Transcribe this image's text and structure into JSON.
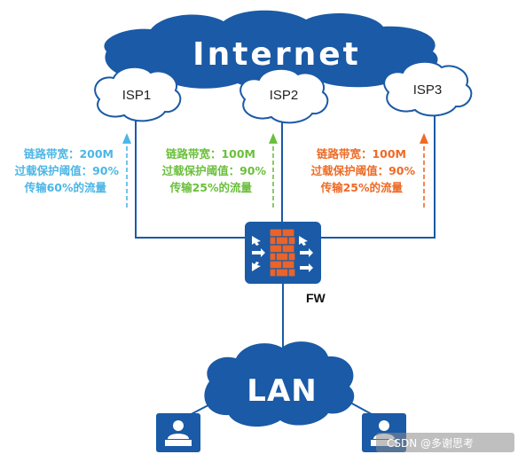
{
  "internet_label": "Internet",
  "lan_label": "LAN",
  "firewall_label": "FW",
  "watermark": "CSDN @多谢思考",
  "colors": {
    "cloud_blue": "#1a5aa6",
    "isp1": "#4cb6e6",
    "isp2": "#6bbf3c",
    "isp3": "#ee6a25",
    "line": "#1a5aa6"
  },
  "isps": [
    {
      "name": "ISP1",
      "bandwidth": "链路带宽：200M",
      "threshold": "过载保护阈值：90%",
      "traffic": "传输60%的流量"
    },
    {
      "name": "ISP2",
      "bandwidth": "链路带宽：100M",
      "threshold": "过载保护阈值：90%",
      "traffic": "传输25%的流量"
    },
    {
      "name": "ISP3",
      "bandwidth": "链路带宽：100M",
      "threshold": "过载保护阈值：90%",
      "traffic": "传输25%的流量"
    }
  ],
  "icons": {
    "firewall": "firewall-icon",
    "host": "user-computer-icon"
  }
}
